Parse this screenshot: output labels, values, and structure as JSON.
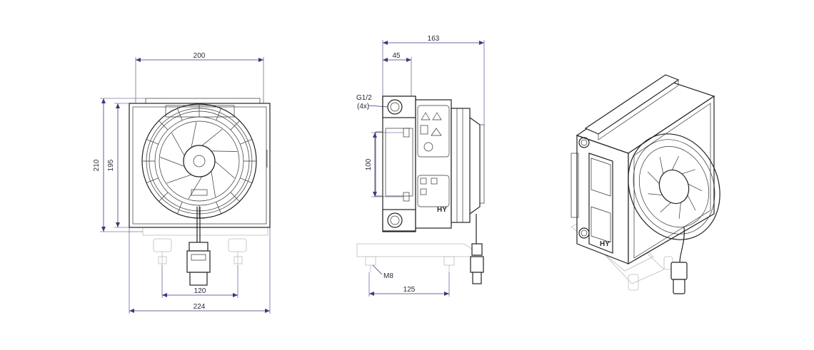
{
  "front_view": {
    "dim_width_top": "200",
    "dim_height_outer": "210",
    "dim_height_inner": "195",
    "dim_mount_spacing": "120",
    "dim_width_bottom": "224"
  },
  "side_view": {
    "dim_depth_total": "163",
    "dim_port_offset": "45",
    "port_label": "G1/2",
    "port_count": "(4x)",
    "dim_port_spacing": "100",
    "mount_thread": "M8",
    "dim_foot_spacing": "125",
    "label_mark": "HY"
  },
  "iso_view": {
    "label_mark": "HY"
  }
}
